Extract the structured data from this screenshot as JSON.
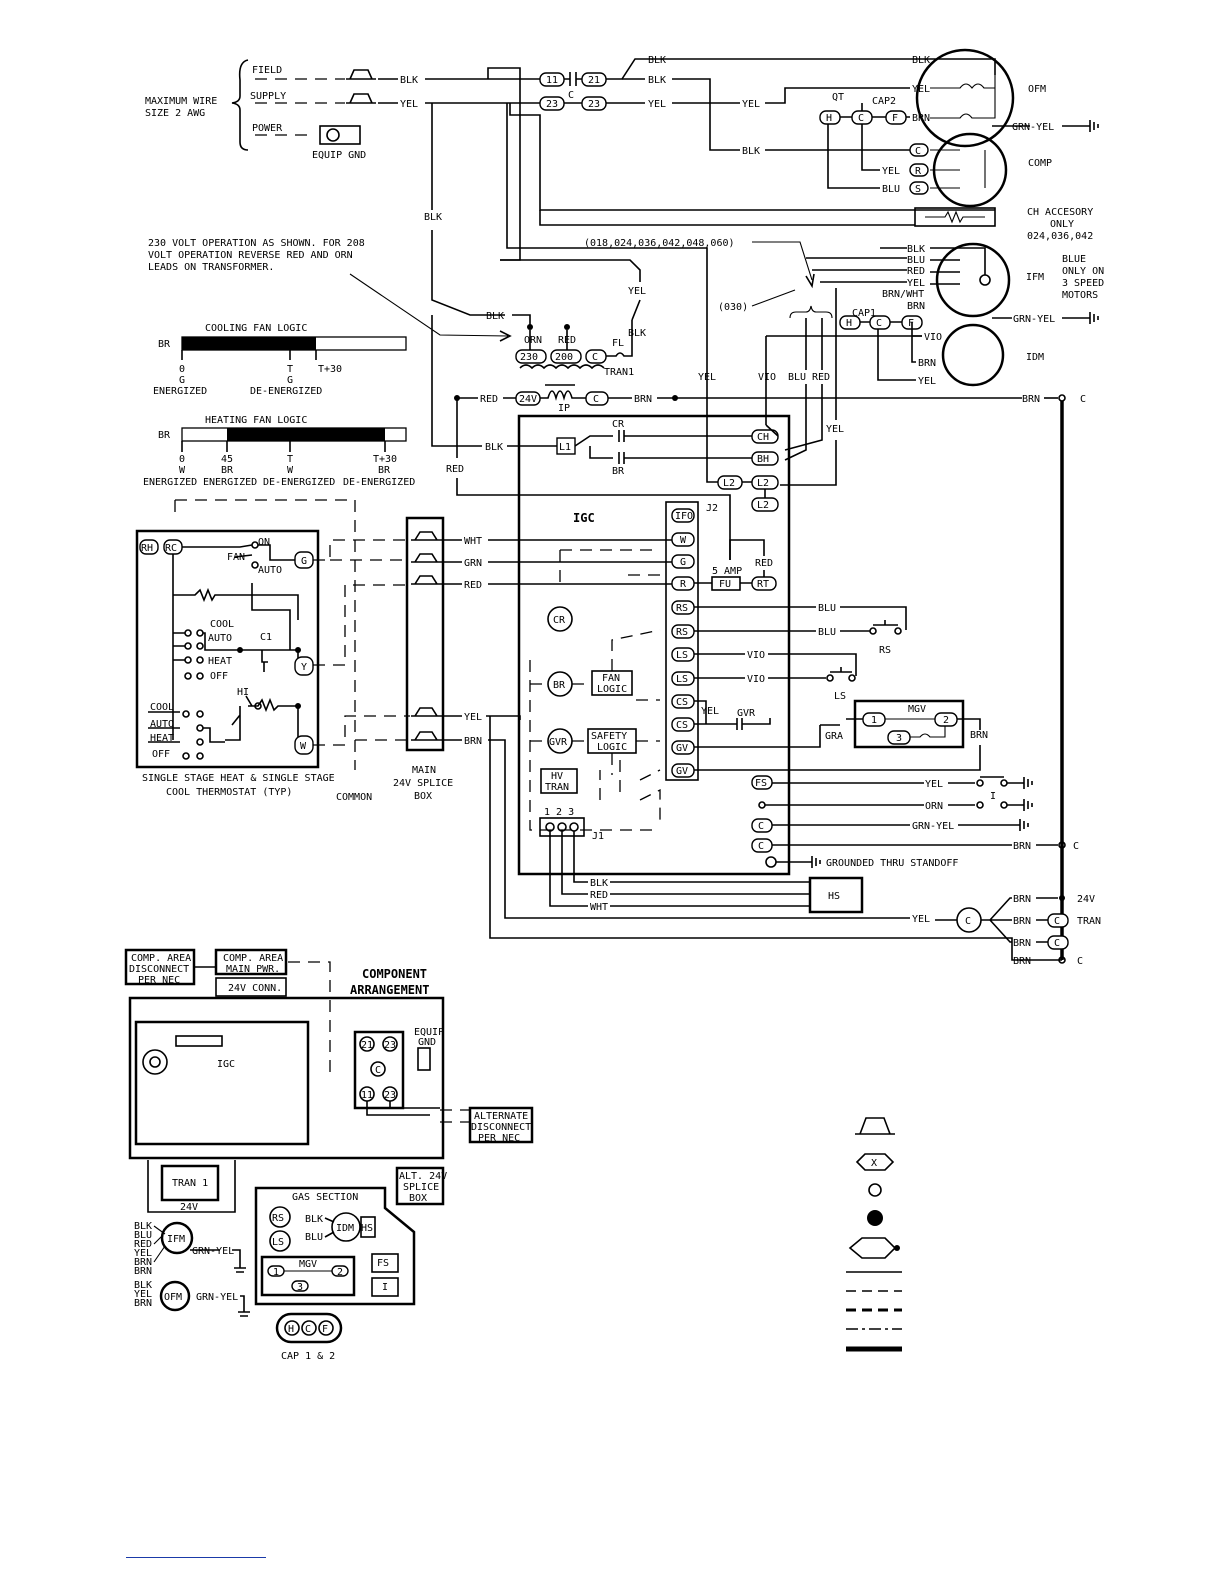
{
  "power": {
    "max_wire": "MAXIMUM WIRE",
    "wire_size": "SIZE 2 AWG",
    "field": "FIELD",
    "supply": "SUPPLY",
    "power": "POWER",
    "equip_gnd": "EQUIP GND",
    "c_label": "C",
    "note_1": "230 VOLT OPERATION AS SHOWN. FOR 208",
    "note_2": "VOLT OPERATION REVERSE RED AND ORN",
    "note_3": "LEADS ON TRANSFORMER."
  },
  "terminals": {
    "t11": "11",
    "t21": "21",
    "t23": "23",
    "t230": "230",
    "t200": "200",
    "c": "C",
    "h": "H",
    "f": "F",
    "r": "R",
    "s": "S",
    "t24v": "24V",
    "l1": "L1",
    "l2": "L2",
    "ch": "CH",
    "bh": "BH",
    "fs": "FS"
  },
  "wires": {
    "blk": "BLK",
    "yel": "YEL",
    "red": "RED",
    "orn": "ORN",
    "blu": "BLU",
    "brn": "BRN",
    "vio": "VIO",
    "grn": "GRN",
    "wht": "WHT",
    "gra": "GRA",
    "grn_yel": "GRN-YEL",
    "brn_wht": "BRN/WHT"
  },
  "components": {
    "ofm": "OFM",
    "comp": "COMP",
    "ifm": "IFM",
    "idm": "IDM",
    "qt": "QT",
    "cap2": "CAP2",
    "cap1": "CAP1",
    "fl": "FL",
    "tran1": "TRAN1",
    "ip": "IP",
    "cr": "CR",
    "br": "BR",
    "igc": "IGC",
    "j1": "J1",
    "j2": "J2",
    "j1_pins": "1 2 3",
    "gvr": "GVR",
    "rs": "RS",
    "ls": "LS",
    "mgv": "MGV",
    "hs": "HS",
    "fuse": "5 AMP",
    "fu": "FU",
    "fan_logic_1": "FAN",
    "fan_logic_2": "LOGIC",
    "safety_logic_1": "SAFETY",
    "safety_logic_2": "LOGIC",
    "hv_tran_1": "HV",
    "hv_tran_2": "TRAN",
    "i": "I",
    "tran_24v": "24V",
    "tran": "TRAN",
    "grounded": "GROUNDED THRU STANDOFF"
  },
  "igc_terminals": {
    "ifo": "IFO",
    "w": "W",
    "g": "G",
    "r": "R",
    "rt": "RT",
    "rs": "RS",
    "ls": "LS",
    "cs": "CS",
    "gv": "GV"
  },
  "notes": {
    "ch_accessory_1": "CH ACCESORY",
    "ch_accessory_2": "ONLY",
    "ch_accessory_3": "024,036,042",
    "models_018": "(018,024,036,042,048,060)",
    "models_030": "(030)",
    "blue_1": "BLUE",
    "blue_2": "ONLY ON",
    "blue_3": "3 SPEED",
    "blue_4": "MOTORS"
  },
  "cooling_logic": {
    "title": "COOLING FAN LOGIC",
    "br": "BR",
    "tick_0": "0",
    "tick_g": "G",
    "tick_t": "T",
    "tick_g2": "G",
    "tick_t30": "T+30",
    "energized": "ENERGIZED",
    "deenergized": "DE-ENERGIZED"
  },
  "heating_logic": {
    "title": "HEATING FAN LOGIC",
    "br": "BR",
    "tick_0": "0",
    "tick_w": "W",
    "tick_45": "45",
    "tick_br": "BR",
    "tick_t": "T",
    "tick_w2": "W",
    "tick_t30": "T+30",
    "tick_br2": "BR",
    "energized_1": "ENERGIZED",
    "energized_2": "ENERGIZED",
    "deenergized_1": "DE-ENERGIZED",
    "deenergized_2": "DE-ENERGIZED"
  },
  "thermostat": {
    "rh": "RH",
    "rc": "RC",
    "fan": "FAN",
    "on": "ON",
    "auto": "AUTO",
    "g": "G",
    "cool": "COOL",
    "auto2": "AUTO",
    "heat": "HEAT",
    "off": "OFF",
    "c1": "C1",
    "hi": "HI",
    "y": "Y",
    "w": "W",
    "cool_b": "COOL",
    "auto_b": "AUTO",
    "heat_b": "HEAT",
    "off_b": "OFF",
    "caption_1": "SINGLE STAGE HEAT & SINGLE STAGE",
    "caption_2": "COOL THERMOSTAT (TYP)",
    "common": "COMMON"
  },
  "splice": {
    "main": "MAIN",
    "box": "24V SPLICE",
    "box2": "BOX"
  },
  "arrangement": {
    "title_1": "COMPONENT",
    "title_2": "ARRANGEMENT",
    "comp_area_1": "COMP. AREA",
    "comp_area_2": "DISCONNECT",
    "comp_area_3": "PER NEC",
    "main_pwr_1": "COMP. AREA",
    "main_pwr_2": "MAIN PWR.",
    "conn": "24V CONN.",
    "igc": "IGC",
    "equip_1": "EQUIP",
    "equip_2": "GND",
    "alt_1": "ALTERNATE",
    "alt_2": "DISCONNECT",
    "alt_3": "PER NEC",
    "alt_box_1": "ALT. 24V",
    "alt_box_2": "SPLICE",
    "alt_box_3": "BOX",
    "tran1": "TRAN 1",
    "tran_24v": "24V",
    "gas": "GAS SECTION",
    "rs": "RS",
    "ls": "LS",
    "idm": "IDM",
    "hs": "HS",
    "mgv": "MGV",
    "fs": "FS",
    "i": "I",
    "ifm": "IFM",
    "ofm": "OFM",
    "cap": "CAP 1 & 2",
    "h": "H",
    "c": "C",
    "f": "F",
    "blk": "BLK",
    "blu": "BLU",
    "red": "RED",
    "yel": "YEL",
    "brn": "BRN",
    "grn_yel": "GRN-YEL",
    "t21": "21",
    "t23": "23",
    "t11": "11",
    "t2": "2",
    "t3": "3",
    "t1": "1"
  },
  "legend": {
    "x": "X"
  }
}
